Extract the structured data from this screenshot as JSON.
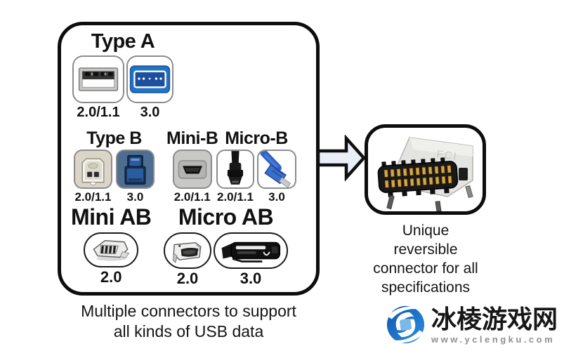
{
  "left_panel": {
    "groups": [
      {
        "heading": "Type A",
        "items": [
          {
            "icon": "usb-a-2-icon",
            "label": "2.0/1.1"
          },
          {
            "icon": "usb-a-3-icon",
            "label": "3.0"
          }
        ]
      },
      {
        "heading": "Type B",
        "items": [
          {
            "icon": "usb-b-2-icon",
            "label": "2.0/1.1"
          },
          {
            "icon": "usb-b-3-icon",
            "label": "3.0"
          }
        ]
      },
      {
        "heading": "Mini-B",
        "items": [
          {
            "icon": "mini-b-icon",
            "label": "2.0/1.1"
          }
        ]
      },
      {
        "heading": "Micro-B",
        "items": [
          {
            "icon": "micro-b-2-icon",
            "label": "2.0/1.1"
          },
          {
            "icon": "micro-b-3-icon",
            "label": "3.0"
          }
        ]
      },
      {
        "heading": "Mini AB",
        "items": [
          {
            "icon": "mini-ab-icon",
            "label": "2.0"
          }
        ]
      },
      {
        "heading": "Micro AB",
        "items": [
          {
            "icon": "micro-ab-2-icon",
            "label": "2.0"
          },
          {
            "icon": "micro-ab-3-icon",
            "label": "3.0"
          }
        ]
      }
    ],
    "caption_line1": "Multiple connectors to support",
    "caption_line2": "all kinds of USB data"
  },
  "right_panel": {
    "connector_icon": "usb-c-icon",
    "connector_marking": "FCI",
    "caption_lines": [
      "Unique",
      "reversible",
      "connector for all",
      "specifications"
    ]
  },
  "watermark": {
    "site_name": "冰棱游戏网",
    "site_url": "www.yclengku.com"
  },
  "colors": {
    "usb3_blue": "#2273c4",
    "usb3_dark_blue": "#1d4f9c",
    "steel_blue_tile": "#4d6d93",
    "beige_tile": "#dbd5c7",
    "gray_tile": "#c8c8c6",
    "arrow_fill": "#e9eef7",
    "gold_pins": "#d9a43d",
    "logo_blue": "#1565c0"
  }
}
